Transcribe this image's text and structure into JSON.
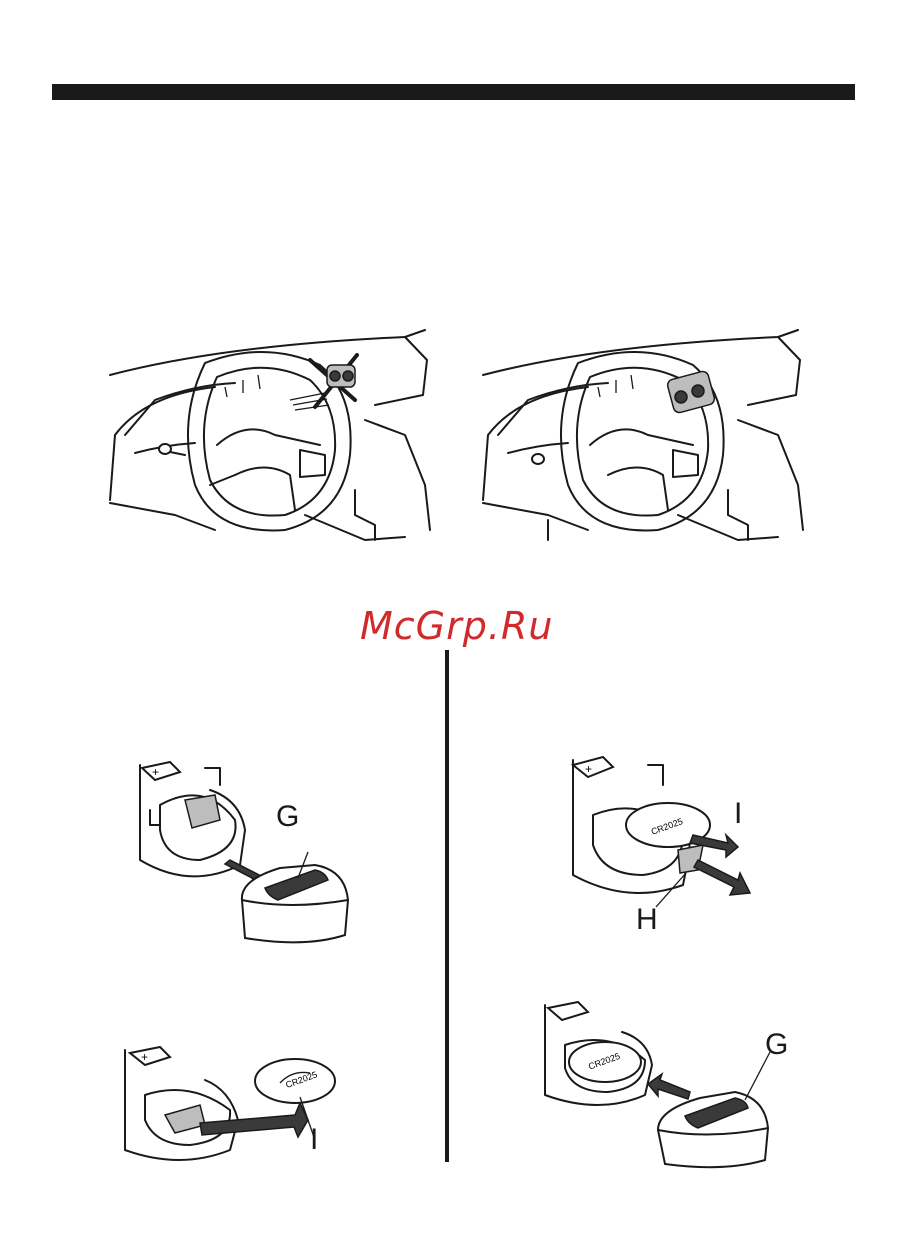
{
  "watermark": "McGrp.Ru",
  "figures": {
    "remove_cover": {
      "callout": "G"
    },
    "insert_battery": {
      "callout": "I"
    },
    "remove_battery": {
      "callout_battery": "I",
      "callout_holder": "H"
    },
    "replace_cover": {
      "callout": "G"
    }
  },
  "icons": {
    "cross_mark": "x-mark-icon",
    "arrow": "arrow-icon"
  }
}
